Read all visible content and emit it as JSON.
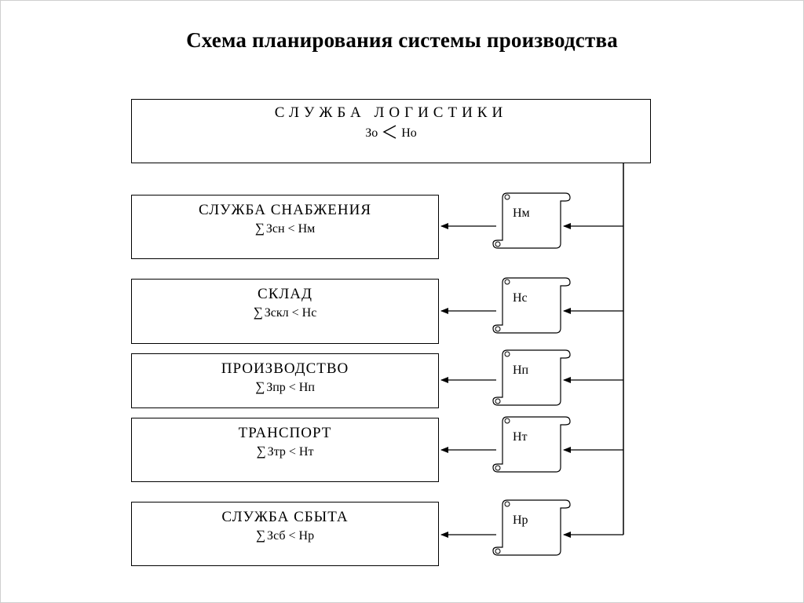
{
  "title": "Схема планирования системы производства",
  "top": {
    "name": "СЛУЖБА ЛОГИСТИКИ",
    "formula_left": "Зо",
    "formula_right": "Но"
  },
  "services": [
    {
      "name": "СЛУЖБА СНАБЖЕНИЯ",
      "sum": "∑",
      "formula": "Зсн < Нм",
      "norm": "Нм"
    },
    {
      "name": "СКЛАД",
      "sum": "∑",
      "formula": "Зскл < Нс",
      "norm": "Нс"
    },
    {
      "name": "ПРОИЗВОДСТВО",
      "sum": "∑",
      "formula": "Зпр < Нп",
      "norm": "Нп"
    },
    {
      "name": "ТРАНСПОРТ",
      "sum": "∑",
      "formula": "Зтр < Нт",
      "norm": "Нт"
    },
    {
      "name": "СЛУЖБА СБЫТА",
      "sum": "∑",
      "formula": "Зсб < Нр",
      "norm": "Нр"
    }
  ]
}
